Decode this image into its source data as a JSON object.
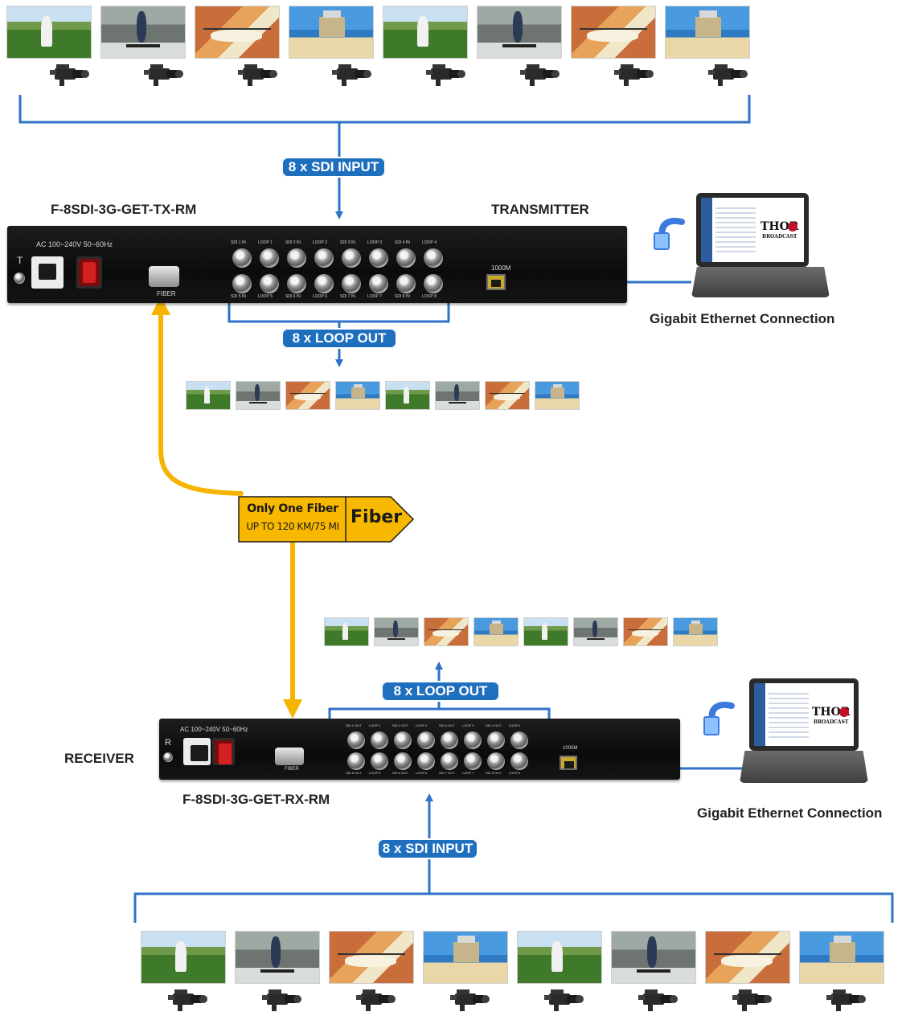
{
  "transmitter": {
    "model": "F-8SDI-3G-GET-TX-RM",
    "role": "TRANSMITTER",
    "power_label": "AC 100~240V 50~60Hz",
    "side_letter": "T",
    "fiber_label": "FIBER",
    "eth_port_label": "1000M",
    "top_port_labels": [
      "SDI 1 IN",
      "LOOP 1",
      "SDI 2 IN",
      "LOOP 2",
      "SDI 3 IN",
      "LOOP 3",
      "SDI 4 IN",
      "LOOP 4"
    ],
    "bottom_port_labels": [
      "SDI 5 IN",
      "LOOP 5",
      "SDI 6 IN",
      "LOOP 6",
      "SDI 7 IN",
      "LOOP 7",
      "SDI 8 IN",
      "LOOP 8"
    ]
  },
  "receiver": {
    "model": "F-8SDI-3G-GET-RX-RM",
    "role": "RECEIVER",
    "power_label": "AC 100~240V 50~60Hz",
    "side_letter": "R",
    "fiber_label": "FIBER",
    "eth_port_label": "1000M",
    "top_port_labels": [
      "SDI 1 OUT",
      "LOOP 1",
      "SDI 2 OUT",
      "LOOP 2",
      "SDI 3 OUT",
      "LOOP 3",
      "SDI 4 OUT",
      "LOOP 4"
    ],
    "bottom_port_labels": [
      "SDI 5 OUT",
      "LOOP 5",
      "SDI 6 OUT",
      "LOOP 6",
      "SDI 7 OUT",
      "LOOP 7",
      "SDI 8 OUT",
      "LOOP 8"
    ]
  },
  "badges": {
    "tx_input": "8 x SDI INPUT",
    "tx_loop": "8 x LOOP OUT",
    "rx_loop": "8 x LOOP OUT",
    "rx_input": "8 x SDI INPUT"
  },
  "ethernet": {
    "tx_caption": "Gigabit Ethernet Connection",
    "rx_caption": "Gigabit Ethernet Connection",
    "logo_text": "THOR",
    "logo_sub": "BROADCAST"
  },
  "fiber_sign": {
    "line1": "Only One Fiber",
    "line2": "UP TO 120 KM/75 MI",
    "tag": "Fiber"
  },
  "scenes": [
    "soccer",
    "skate",
    "helicopter",
    "lifeguard",
    "soccer",
    "skate",
    "helicopter",
    "lifeguard"
  ],
  "colors": {
    "link_blue": "#2f72c9",
    "fiber_yellow": "#f6b400",
    "badge_blue": "#1f6fbf",
    "sign_fill": "#f8b800"
  }
}
